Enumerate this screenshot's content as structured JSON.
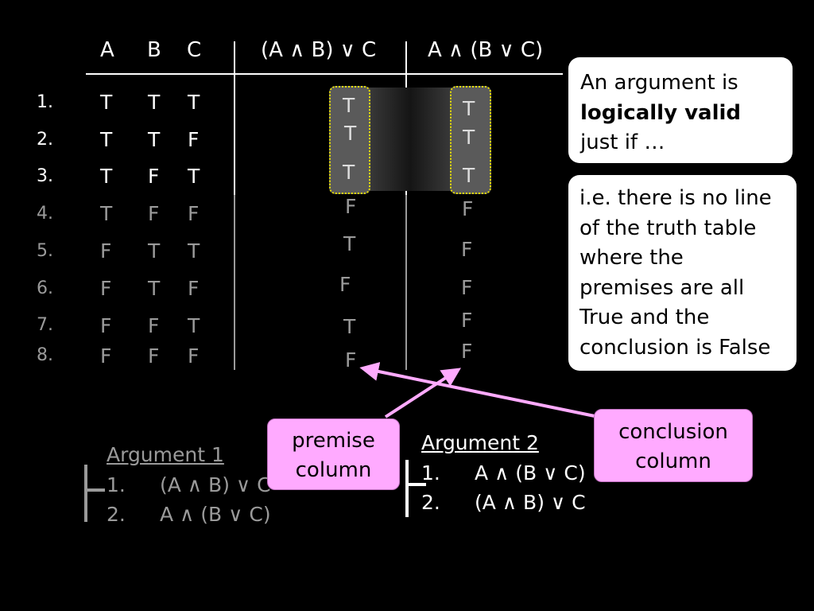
{
  "table": {
    "headers": {
      "a": "A",
      "b": "B",
      "c": "C",
      "premise": "(A ∧ B) ∨ C",
      "conclusion": "A ∧ (B ∨ C)"
    },
    "rows": [
      {
        "n": "1.",
        "a": "T",
        "b": "T",
        "c": "T",
        "p": "T",
        "q": "T"
      },
      {
        "n": "2.",
        "a": "T",
        "b": "T",
        "c": "F",
        "p": "T",
        "q": "T"
      },
      {
        "n": "3.",
        "a": "T",
        "b": "F",
        "c": "T",
        "p": "T",
        "q": "T"
      },
      {
        "n": "4.",
        "a": "T",
        "b": "F",
        "c": "F",
        "p": "F",
        "q": "F"
      },
      {
        "n": "5.",
        "a": "F",
        "b": "T",
        "c": "T",
        "p": "T",
        "q": "F"
      },
      {
        "n": "6.",
        "a": "F",
        "b": "T",
        "c": "F",
        "p": "F",
        "q": "F"
      },
      {
        "n": "7.",
        "a": "F",
        "b": "F",
        "c": "T",
        "p": "T",
        "q": "F"
      },
      {
        "n": "8.",
        "a": "F",
        "b": "F",
        "c": "F",
        "p": "F",
        "q": "F"
      }
    ]
  },
  "definition_box": {
    "line1": "An argument is",
    "bold": "logically valid",
    "line3": "just if …"
  },
  "explanation_box": {
    "lines": [
      "i.e. there is no line",
      "of the truth table",
      "where the",
      "premises are all",
      "True and the",
      "conclusion is False"
    ]
  },
  "callouts": {
    "premise": [
      "premise",
      "column"
    ],
    "conclusion": [
      "conclusion",
      "column"
    ]
  },
  "argument1": {
    "title": "Argument 1",
    "items": [
      {
        "n": "1.",
        "f": "(A ∧ B) ∨ C"
      },
      {
        "n": "2.",
        "f": "A ∧ (B ∨ C)"
      }
    ]
  },
  "argument2": {
    "title": "Argument 2",
    "items": [
      {
        "n": "1.",
        "f": "A ∧ (B ∨ C)"
      },
      {
        "n": "2.",
        "f": "(A ∧ B) ∨ C"
      }
    ]
  },
  "colors": {
    "highlight_border": "#e8e000",
    "callout_pink": "#ffaaff",
    "arrow_pink": "#ffaaff",
    "dim_text": "#9a9a9a"
  }
}
